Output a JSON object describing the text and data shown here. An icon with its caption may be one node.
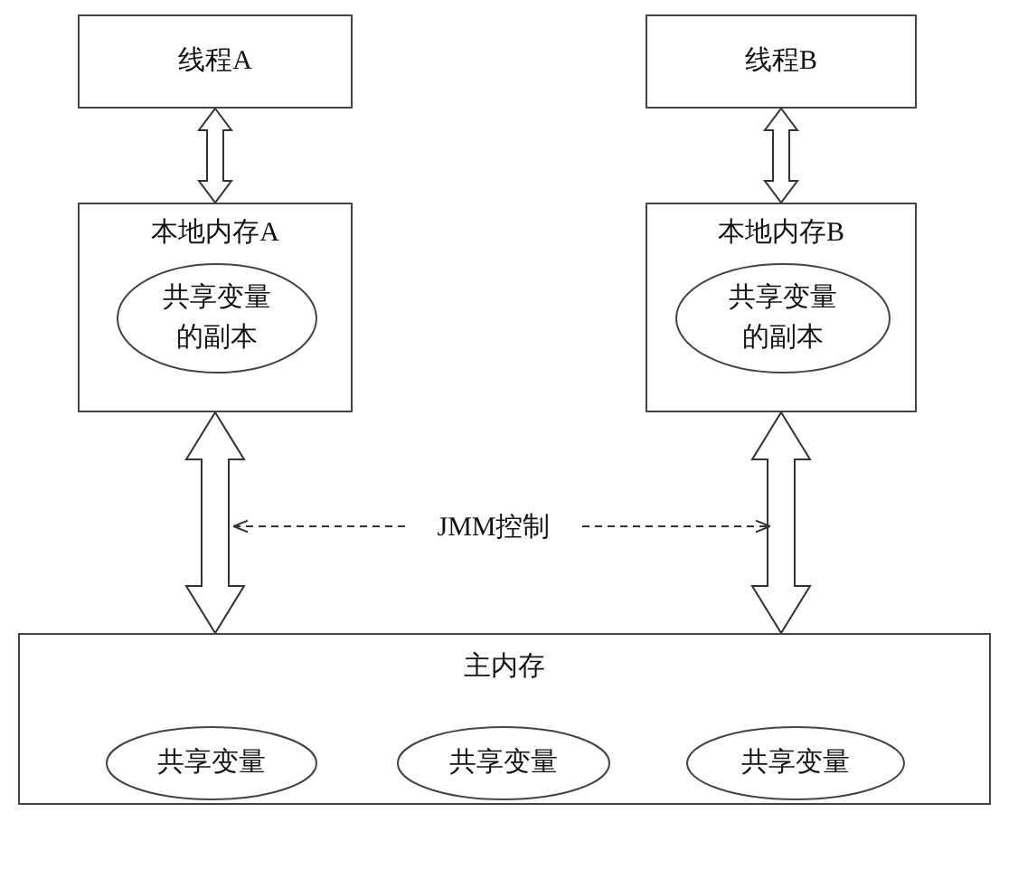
{
  "diagram": {
    "nodes": [
      {
        "text": [
          "线程A"
        ]
      },
      {
        "text": [
          "线程B"
        ]
      },
      {
        "text": [
          "本地内存A"
        ]
      },
      {
        "text": [
          "共享变量的副本"
        ],
        "in": 2
      },
      {
        "text": [
          "本地内存B"
        ]
      },
      {
        "text": [
          "共享变量的副本"
        ],
        "in": 4
      },
      {
        "text": [
          "主内存"
        ]
      },
      {
        "text": [
          "共享变量"
        ],
        "in": 6
      },
      {
        "text": [
          "共享变量"
        ],
        "in": 6
      },
      {
        "text": [
          "共享变量"
        ],
        "in": 6
      },
      {
        "text": [
          "JMM控制"
        ]
      }
    ],
    "edges": [
      {
        "from": 0,
        "to": 2,
        "arrow": "both"
      },
      {
        "from": 1,
        "to": 4,
        "arrow": "both"
      },
      {
        "from": 2,
        "to": 6,
        "arrow": "both"
      },
      {
        "from": 4,
        "to": 6,
        "arrow": "both"
      },
      {
        "from": 10,
        "to": null,
        "arrow": "to",
        "style": "dashed"
      },
      {
        "from": 10,
        "to": null,
        "arrow": "to",
        "style": "dashed"
      }
    ]
  }
}
